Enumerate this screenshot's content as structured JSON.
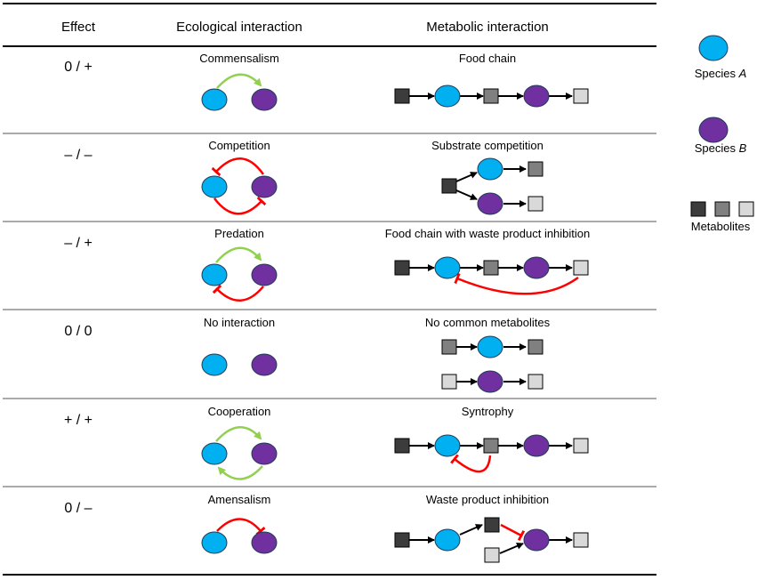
{
  "headers": {
    "effect": "Effect",
    "ecological": "Ecological interaction",
    "metabolic": "Metabolic interaction"
  },
  "rows": [
    {
      "effect": "0 / +",
      "ecological": "Commensalism",
      "metabolic": "Food chain"
    },
    {
      "effect": "– / –",
      "ecological": "Competition",
      "metabolic": "Substrate competition"
    },
    {
      "effect": "– / +",
      "ecological": "Predation",
      "metabolic": "Food chain with waste product inhibition"
    },
    {
      "effect": "0 / 0",
      "ecological": "No interaction",
      "metabolic": "No common metabolites"
    },
    {
      "effect": "+ / +",
      "ecological": "Cooperation",
      "metabolic": "Syntrophy"
    },
    {
      "effect": "0 / –",
      "ecological": "Amensalism",
      "metabolic": "Waste product inhibition"
    }
  ],
  "legend": {
    "species_a_prefix": "Species ",
    "species_a_letter": "A",
    "species_b_prefix": "Species ",
    "species_b_letter": "B",
    "metabolites": "Metabolites"
  },
  "colors": {
    "species_a": "#00b0f0",
    "species_b": "#7030a0",
    "metabolite_dark": "#3c3c3c",
    "metabolite_mid": "#808080",
    "metabolite_light": "#d9d9d9",
    "positive_arrow": "#92d050",
    "negative_arrow": "#ff0000"
  }
}
